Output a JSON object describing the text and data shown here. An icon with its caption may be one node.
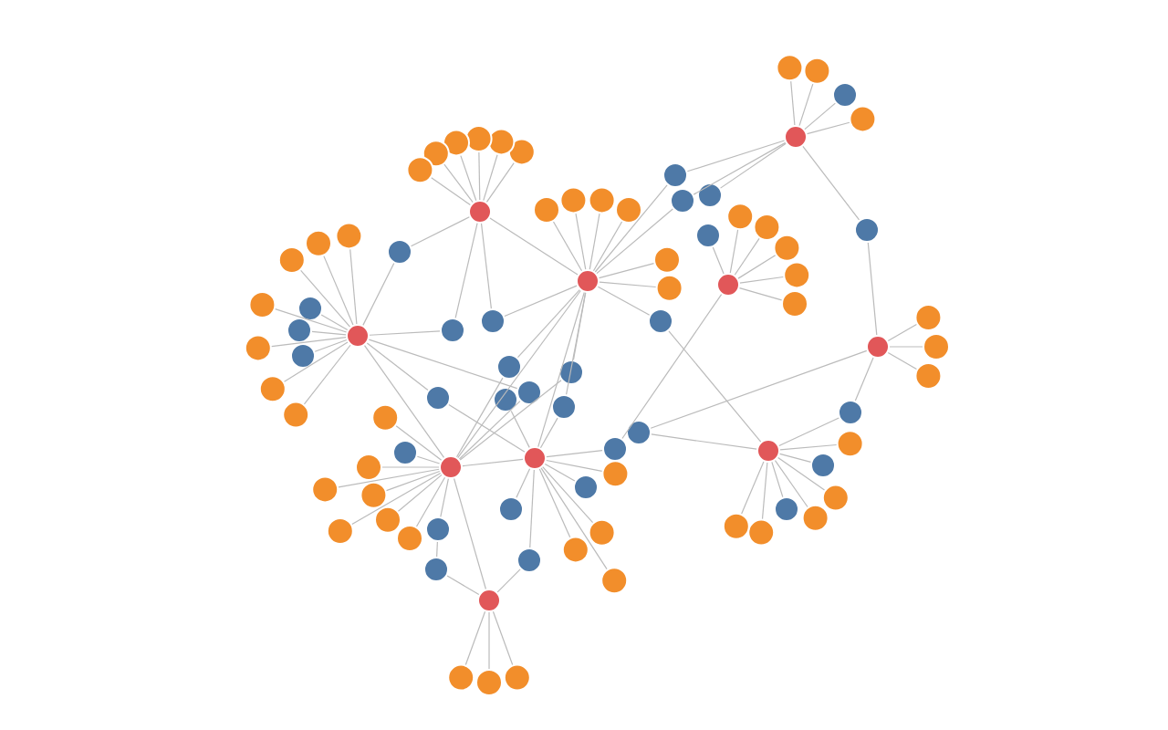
{
  "diagram": {
    "nodes": [
      {
        "text": [],
        "shape": "circle"
      },
      {
        "text": [],
        "shape": "circle"
      },
      {
        "text": [],
        "shape": "circle"
      },
      {
        "text": [],
        "shape": "circle"
      },
      {
        "text": [],
        "shape": "circle"
      },
      {
        "text": [],
        "shape": "circle"
      },
      {
        "text": [],
        "shape": "circle"
      },
      {
        "text": [],
        "shape": "circle"
      },
      {
        "text": [],
        "shape": "circle"
      },
      {
        "text": [],
        "shape": "circle"
      },
      {
        "text": [],
        "shape": "circle"
      },
      {
        "text": [],
        "shape": "circle"
      },
      {
        "text": [],
        "shape": "circle"
      },
      {
        "text": [],
        "shape": "circle"
      },
      {
        "text": [],
        "shape": "circle"
      },
      {
        "text": [],
        "shape": "circle"
      },
      {
        "text": [],
        "shape": "circle"
      },
      {
        "text": [],
        "shape": "circle"
      },
      {
        "text": [],
        "shape": "circle"
      },
      {
        "text": [],
        "shape": "circle"
      },
      {
        "text": [],
        "shape": "circle"
      },
      {
        "text": [],
        "shape": "circle"
      },
      {
        "text": [],
        "shape": "circle"
      },
      {
        "text": [],
        "shape": "circle"
      },
      {
        "text": [],
        "shape": "circle"
      },
      {
        "text": [],
        "shape": "circle"
      },
      {
        "text": [],
        "shape": "circle"
      },
      {
        "text": [],
        "shape": "circle"
      },
      {
        "text": [],
        "shape": "circle"
      },
      {
        "text": [],
        "shape": "circle"
      },
      {
        "text": [],
        "shape": "circle"
      },
      {
        "text": [],
        "shape": "circle"
      },
      {
        "text": [],
        "shape": "circle"
      },
      {
        "text": [],
        "shape": "circle"
      },
      {
        "text": [],
        "shape": "circle"
      },
      {
        "text": [],
        "shape": "circle"
      },
      {
        "text": [],
        "shape": "circle"
      },
      {
        "text": [],
        "shape": "circle"
      },
      {
        "text": [],
        "shape": "circle"
      },
      {
        "text": [],
        "shape": "circle"
      },
      {
        "text": [],
        "shape": "circle"
      },
      {
        "text": [],
        "shape": "circle"
      },
      {
        "text": [],
        "shape": "circle"
      },
      {
        "text": [],
        "shape": "circle"
      },
      {
        "text": [],
        "shape": "circle"
      },
      {
        "text": [],
        "shape": "circle"
      },
      {
        "text": [],
        "shape": "circle"
      },
      {
        "text": [],
        "shape": "circle"
      },
      {
        "text": [],
        "shape": "circle"
      },
      {
        "text": [],
        "shape": "circle"
      },
      {
        "text": [],
        "shape": "circle"
      },
      {
        "text": [],
        "shape": "circle"
      },
      {
        "text": [],
        "shape": "circle"
      },
      {
        "text": [],
        "shape": "circle"
      },
      {
        "text": [],
        "shape": "circle"
      },
      {
        "text": [],
        "shape": "circle"
      },
      {
        "text": [],
        "shape": "circle"
      },
      {
        "text": [],
        "shape": "circle"
      },
      {
        "text": [],
        "shape": "circle"
      },
      {
        "text": [],
        "shape": "circle"
      },
      {
        "text": [],
        "shape": "circle"
      },
      {
        "text": [],
        "shape": "circle"
      },
      {
        "text": [],
        "shape": "circle"
      },
      {
        "text": [],
        "shape": "circle"
      },
      {
        "text": [],
        "shape": "circle"
      },
      {
        "text": [],
        "shape": "circle"
      },
      {
        "text": [],
        "shape": "circle"
      },
      {
        "text": [],
        "shape": "circle"
      },
      {
        "text": [],
        "shape": "circle"
      },
      {
        "text": [],
        "shape": "circle"
      },
      {
        "text": [],
        "shape": "circle"
      },
      {
        "text": [],
        "shape": "circle"
      },
      {
        "text": [],
        "shape": "circle"
      },
      {
        "text": [],
        "shape": "circle"
      },
      {
        "text": [],
        "shape": "circle"
      },
      {
        "text": [],
        "shape": "circle"
      },
      {
        "text": [],
        "shape": "circle"
      },
      {
        "text": [],
        "shape": "circle"
      },
      {
        "text": [],
        "shape": "circle"
      },
      {
        "text": [],
        "shape": "circle"
      },
      {
        "text": [],
        "shape": "circle"
      },
      {
        "text": [],
        "shape": "circle"
      },
      {
        "text": [],
        "shape": "circle"
      },
      {
        "text": [],
        "shape": "circle"
      },
      {
        "text": [],
        "shape": "circle"
      },
      {
        "text": [],
        "shape": "circle"
      },
      {
        "text": [],
        "shape": "circle"
      },
      {
        "text": [],
        "shape": "circle"
      },
      {
        "text": [],
        "shape": "circle"
      }
    ],
    "edges": [
      {
        "from": 0,
        "to": 10,
        "arrow": "none"
      },
      {
        "from": 10,
        "to": 1,
        "arrow": "none"
      },
      {
        "from": 0,
        "to": 2,
        "arrow": "none"
      },
      {
        "from": 0,
        "to": 14,
        "arrow": "none"
      },
      {
        "from": 0,
        "to": 15,
        "arrow": "none"
      },
      {
        "from": 1,
        "to": 11,
        "arrow": "none"
      },
      {
        "from": 1,
        "to": 12,
        "arrow": "none"
      },
      {
        "from": 1,
        "to": 13,
        "arrow": "none"
      },
      {
        "from": 1,
        "to": 14,
        "arrow": "none"
      },
      {
        "from": 1,
        "to": 23,
        "arrow": "none"
      },
      {
        "from": 1,
        "to": 6,
        "arrow": "none"
      },
      {
        "from": 1,
        "to": 25,
        "arrow": "none"
      },
      {
        "from": 2,
        "to": 15,
        "arrow": "none"
      },
      {
        "from": 2,
        "to": 17,
        "arrow": "none"
      },
      {
        "from": 2,
        "to": 18,
        "arrow": "none"
      },
      {
        "from": 2,
        "to": 16,
        "arrow": "none"
      },
      {
        "from": 2,
        "to": 6,
        "arrow": "none"
      },
      {
        "from": 2,
        "to": 28,
        "arrow": "none"
      },
      {
        "from": 2,
        "to": 24,
        "arrow": "none"
      },
      {
        "from": 2,
        "to": 7,
        "arrow": "none"
      },
      {
        "from": 2,
        "to": 27,
        "arrow": "none"
      },
      {
        "from": 4,
        "to": 17,
        "arrow": "none"
      },
      {
        "from": 4,
        "to": 18,
        "arrow": "none"
      },
      {
        "from": 4,
        "to": 19,
        "arrow": "none"
      },
      {
        "from": 4,
        "to": 21,
        "arrow": "none"
      },
      {
        "from": 4,
        "to": 22,
        "arrow": "none"
      },
      {
        "from": 3,
        "to": 20,
        "arrow": "none"
      },
      {
        "from": 3,
        "to": 31,
        "arrow": "none"
      },
      {
        "from": 21,
        "to": 5,
        "arrow": "none"
      },
      {
        "from": 5,
        "to": 30,
        "arrow": "none"
      },
      {
        "from": 5,
        "to": 32,
        "arrow": "none"
      },
      {
        "from": 16,
        "to": 8,
        "arrow": "none"
      },
      {
        "from": 8,
        "to": 30,
        "arrow": "none"
      },
      {
        "from": 8,
        "to": 32,
        "arrow": "none"
      },
      {
        "from": 8,
        "to": 38,
        "arrow": "none"
      },
      {
        "from": 8,
        "to": 39,
        "arrow": "none"
      },
      {
        "from": 6,
        "to": 29,
        "arrow": "none"
      },
      {
        "from": 6,
        "to": 35,
        "arrow": "none"
      },
      {
        "from": 6,
        "to": 9,
        "arrow": "none"
      },
      {
        "from": 6,
        "to": 7,
        "arrow": "none"
      },
      {
        "from": 6,
        "to": 24,
        "arrow": "none"
      },
      {
        "from": 6,
        "to": 25,
        "arrow": "none"
      },
      {
        "from": 6,
        "to": 27,
        "arrow": "none"
      },
      {
        "from": 23,
        "to": 7,
        "arrow": "none"
      },
      {
        "from": 7,
        "to": 26,
        "arrow": "none"
      },
      {
        "from": 7,
        "to": 28,
        "arrow": "none"
      },
      {
        "from": 7,
        "to": 31,
        "arrow": "none"
      },
      {
        "from": 7,
        "to": 33,
        "arrow": "none"
      },
      {
        "from": 7,
        "to": 34,
        "arrow": "none"
      },
      {
        "from": 7,
        "to": 37,
        "arrow": "none"
      },
      {
        "from": 37,
        "to": 9,
        "arrow": "none"
      },
      {
        "from": 36,
        "to": 9,
        "arrow": "none"
      },
      {
        "from": 35,
        "to": 36,
        "arrow": "none"
      },
      {
        "from": 0,
        "to": 40,
        "arrow": "none"
      },
      {
        "from": 0,
        "to": 41,
        "arrow": "none"
      },
      {
        "from": 0,
        "to": 42,
        "arrow": "none"
      },
      {
        "from": 0,
        "to": 43,
        "arrow": "none"
      },
      {
        "from": 0,
        "to": 44,
        "arrow": "none"
      },
      {
        "from": 0,
        "to": 45,
        "arrow": "none"
      },
      {
        "from": 1,
        "to": 46,
        "arrow": "none"
      },
      {
        "from": 1,
        "to": 47,
        "arrow": "none"
      },
      {
        "from": 1,
        "to": 48,
        "arrow": "none"
      },
      {
        "from": 1,
        "to": 49,
        "arrow": "none"
      },
      {
        "from": 1,
        "to": 50,
        "arrow": "none"
      },
      {
        "from": 1,
        "to": 51,
        "arrow": "none"
      },
      {
        "from": 1,
        "to": 52,
        "arrow": "none"
      },
      {
        "from": 2,
        "to": 53,
        "arrow": "none"
      },
      {
        "from": 2,
        "to": 54,
        "arrow": "none"
      },
      {
        "from": 2,
        "to": 55,
        "arrow": "none"
      },
      {
        "from": 2,
        "to": 56,
        "arrow": "none"
      },
      {
        "from": 2,
        "to": 57,
        "arrow": "none"
      },
      {
        "from": 2,
        "to": 58,
        "arrow": "none"
      },
      {
        "from": 3,
        "to": 59,
        "arrow": "none"
      },
      {
        "from": 3,
        "to": 60,
        "arrow": "none"
      },
      {
        "from": 3,
        "to": 61,
        "arrow": "none"
      },
      {
        "from": 3,
        "to": 62,
        "arrow": "none"
      },
      {
        "from": 3,
        "to": 63,
        "arrow": "none"
      },
      {
        "from": 4,
        "to": 64,
        "arrow": "none"
      },
      {
        "from": 4,
        "to": 65,
        "arrow": "none"
      },
      {
        "from": 4,
        "to": 66,
        "arrow": "none"
      },
      {
        "from": 5,
        "to": 67,
        "arrow": "none"
      },
      {
        "from": 5,
        "to": 68,
        "arrow": "none"
      },
      {
        "from": 5,
        "to": 69,
        "arrow": "none"
      },
      {
        "from": 6,
        "to": 70,
        "arrow": "none"
      },
      {
        "from": 6,
        "to": 71,
        "arrow": "none"
      },
      {
        "from": 6,
        "to": 72,
        "arrow": "none"
      },
      {
        "from": 6,
        "to": 73,
        "arrow": "none"
      },
      {
        "from": 6,
        "to": 74,
        "arrow": "none"
      },
      {
        "from": 6,
        "to": 75,
        "arrow": "none"
      },
      {
        "from": 6,
        "to": 76,
        "arrow": "none"
      },
      {
        "from": 7,
        "to": 77,
        "arrow": "none"
      },
      {
        "from": 7,
        "to": 78,
        "arrow": "none"
      },
      {
        "from": 7,
        "to": 79,
        "arrow": "none"
      },
      {
        "from": 7,
        "to": 80,
        "arrow": "none"
      },
      {
        "from": 8,
        "to": 81,
        "arrow": "none"
      },
      {
        "from": 8,
        "to": 82,
        "arrow": "none"
      },
      {
        "from": 8,
        "to": 83,
        "arrow": "none"
      },
      {
        "from": 8,
        "to": 84,
        "arrow": "none"
      },
      {
        "from": 8,
        "to": 85,
        "arrow": "none"
      },
      {
        "from": 9,
        "to": 86,
        "arrow": "none"
      },
      {
        "from": 9,
        "to": 87,
        "arrow": "none"
      },
      {
        "from": 9,
        "to": 88,
        "arrow": "none"
      }
    ]
  }
}
